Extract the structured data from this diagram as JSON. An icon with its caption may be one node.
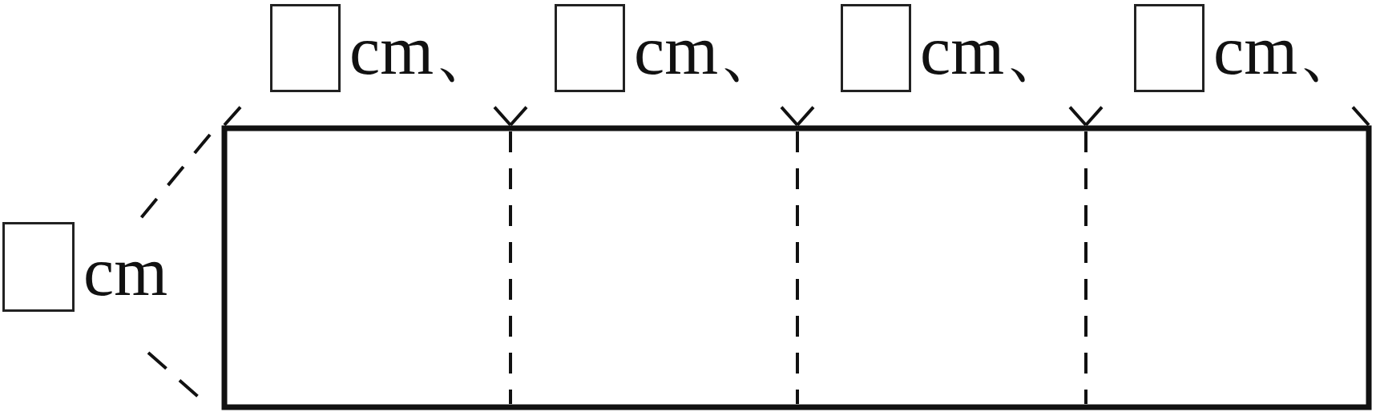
{
  "diagram": {
    "labels": [
      "cm、",
      "cm、",
      "cm、",
      "cm、",
      "cm"
    ]
  }
}
